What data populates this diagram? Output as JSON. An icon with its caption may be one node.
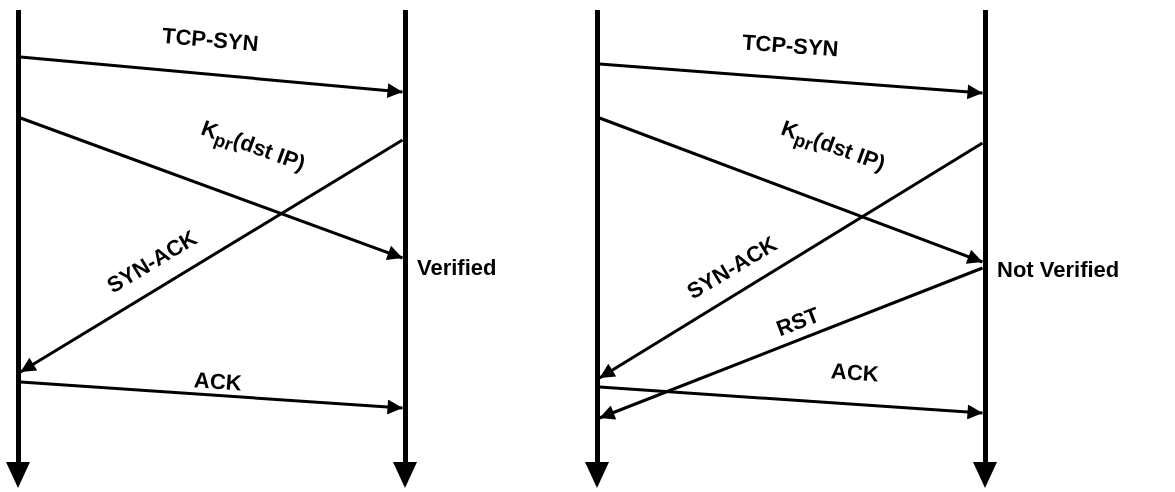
{
  "diagram": {
    "nodes": [
      {
        "text": [],
        "shape": "line"
      },
      {
        "text": [],
        "shape": "line"
      },
      {
        "text": [],
        "shape": "line"
      },
      {
        "text": [],
        "shape": "line"
      }
    ],
    "edges": [
      {
        "from": 0,
        "to": 1,
        "arrow": "to",
        "label": "TCP-SYN"
      },
      {
        "from": 0,
        "to": 1,
        "arrow": "to",
        "label": "K$_{pr}$(dst IP)"
      },
      {
        "from": 1,
        "to": 0,
        "arrow": "to",
        "label": "SYN-ACK"
      },
      {
        "from": 0,
        "to": 1,
        "arrow": "to",
        "label": "ACK"
      },
      {
        "from": 2,
        "to": 3,
        "arrow": "to",
        "label": "TCP-SYN"
      },
      {
        "from": 2,
        "to": 3,
        "arrow": "to",
        "label": "K$_{pr}$(dst IP)"
      },
      {
        "from": 3,
        "to": 2,
        "arrow": "to",
        "label": "SYN-ACK"
      },
      {
        "from": 3,
        "to": 2,
        "arrow": "to",
        "label": "RST"
      },
      {
        "from": 2,
        "to": 3,
        "arrow": "to",
        "label": "ACK"
      }
    ],
    "labels": [
      "Verified",
      "Not Verified"
    ]
  }
}
